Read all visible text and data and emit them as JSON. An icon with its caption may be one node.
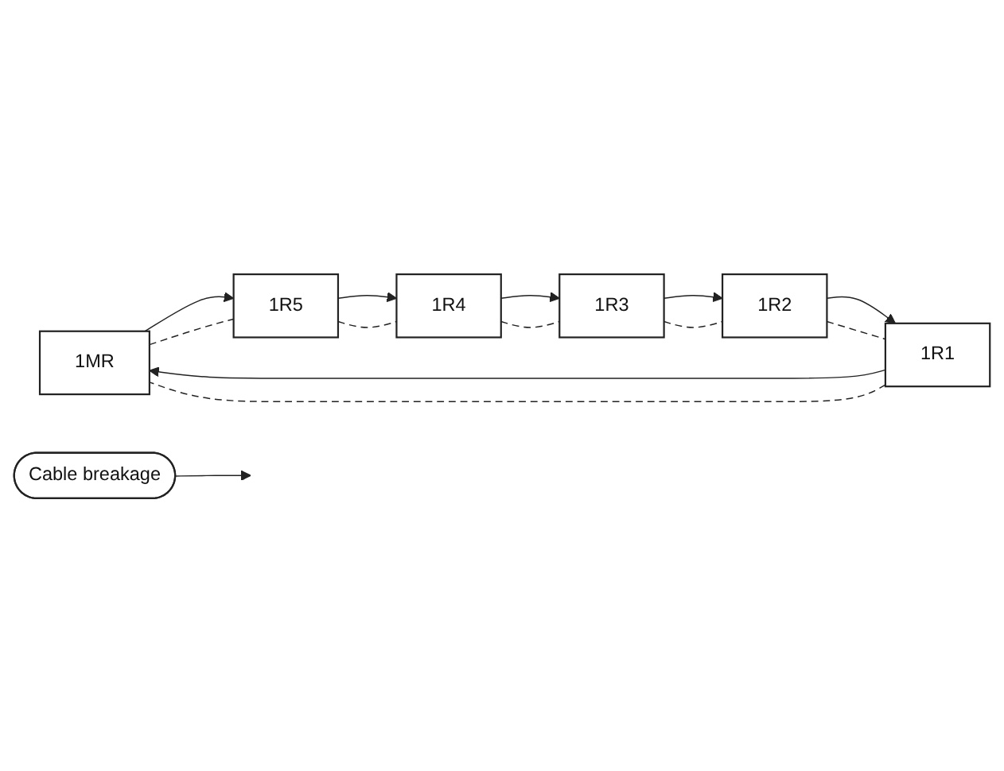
{
  "diagram": {
    "nodes": [
      {
        "text": [
          "1MR"
        ]
      },
      {
        "text": [
          "1R5"
        ]
      },
      {
        "text": [
          "1R4"
        ]
      },
      {
        "text": [
          "1R3"
        ]
      },
      {
        "text": [
          "1R2"
        ]
      },
      {
        "text": [
          "1R1"
        ]
      },
      {
        "text": [
          "Cable breakage"
        ]
      }
    ],
    "edges": [
      {
        "from": 0,
        "to": 1,
        "arrow": "to"
      },
      {
        "from": 1,
        "to": 2,
        "arrow": "to"
      },
      {
        "from": 2,
        "to": 3,
        "arrow": "to"
      },
      {
        "from": 3,
        "to": 4,
        "arrow": "to"
      },
      {
        "from": 4,
        "to": 5,
        "arrow": "to"
      },
      {
        "from": 5,
        "to": 0,
        "arrow": "to"
      },
      {
        "from": 0,
        "to": 1,
        "arrow": "none",
        "style": "dashed"
      },
      {
        "from": 1,
        "to": 2,
        "arrow": "none",
        "style": "dashed"
      },
      {
        "from": 2,
        "to": 3,
        "arrow": "none",
        "style": "dashed"
      },
      {
        "from": 3,
        "to": 4,
        "arrow": "none",
        "style": "dashed"
      },
      {
        "from": 4,
        "to": 5,
        "arrow": "none",
        "style": "dashed"
      },
      {
        "from": 5,
        "to": 0,
        "arrow": "none",
        "style": "dashed"
      },
      {
        "from": 6,
        "to": null,
        "arrow": "to"
      }
    ]
  }
}
